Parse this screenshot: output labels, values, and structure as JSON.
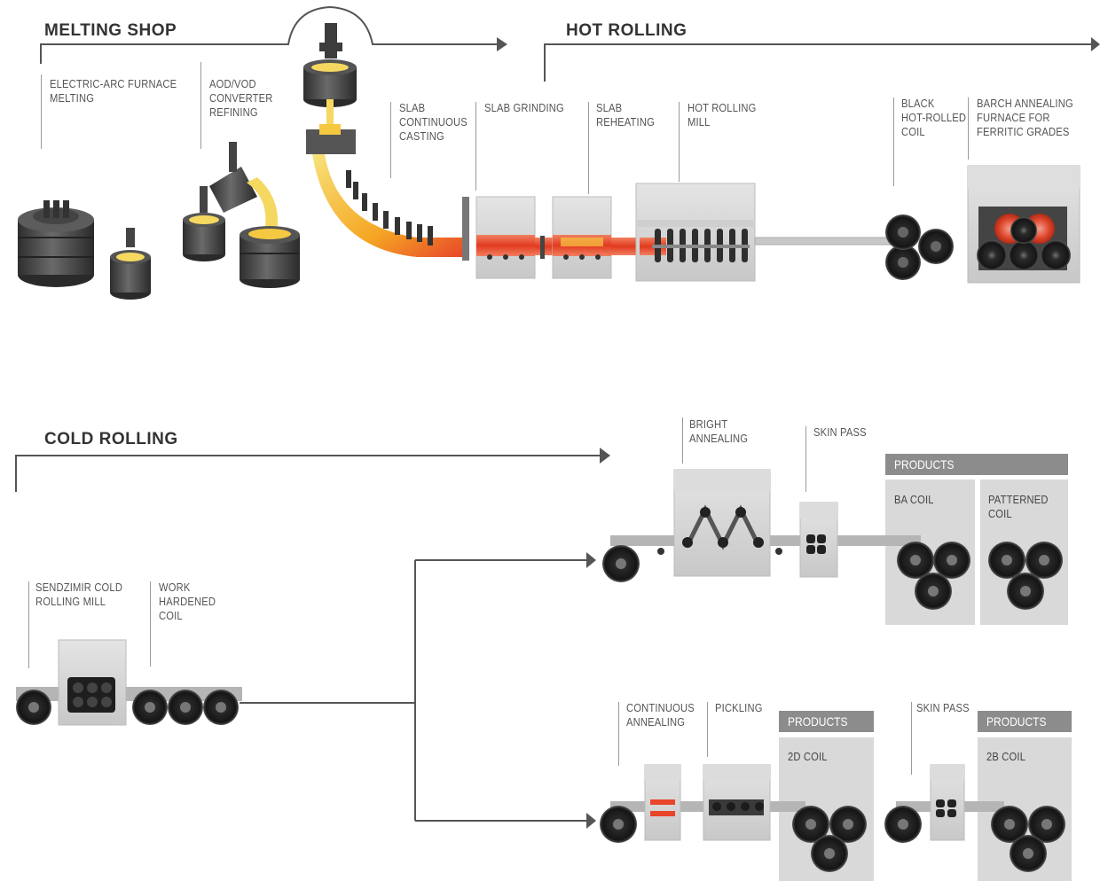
{
  "sections": {
    "melting": "MELTING SHOP",
    "hot": "HOT ROLLING",
    "cold": "COLD ROLLING"
  },
  "labels": {
    "eaf": "ELECTRIC-ARC FURNACE\nMELTING",
    "aod": "AOD/VOD\nCONVERTER\nREFINING",
    "slab_cast": "SLAB\nCONTINUOUS\nCASTING",
    "slab_grind": "SLAB GRINDING",
    "slab_reheat": "SLAB\nREHEATING",
    "hot_mill": "HOT ROLLING\nMILL",
    "black_coil": "BLACK\nHOT-ROLLED\nCOIL",
    "batch_anneal": "BARCH ANNEALING\nFURNACE FOR\nFERRITIC GRADES",
    "sendzimir": "SENDZIMIR COLD\nROLLING MILL",
    "work_hardened": "WORK\nHARDENED\nCOIL",
    "bright_anneal": "BRIGHT\nANNEALING",
    "skin_pass_1": "SKIN PASS",
    "cont_anneal": "CONTINUOUS\nANNEALING",
    "pickling": "PICKLING",
    "skin_pass_2": "SKIN PASS"
  },
  "products": {
    "header_1": "PRODUCTS",
    "ba_coil": "BA COIL",
    "patterned_coil": "PATTERNED\nCOIL",
    "header_2": "PRODUCTS",
    "coil_2d": "2D COIL",
    "header_3": "PRODUCTS",
    "coil_2b": "2B COIL"
  },
  "colors": {
    "line": "#555555",
    "steel_dark": "#3a3a3a",
    "machine_grey": "#d6d6d6",
    "molten": "#f5c842",
    "hot_red": "#e8452a",
    "products_header": "#8c8c8c",
    "products_bg": "#d9d9d9"
  }
}
